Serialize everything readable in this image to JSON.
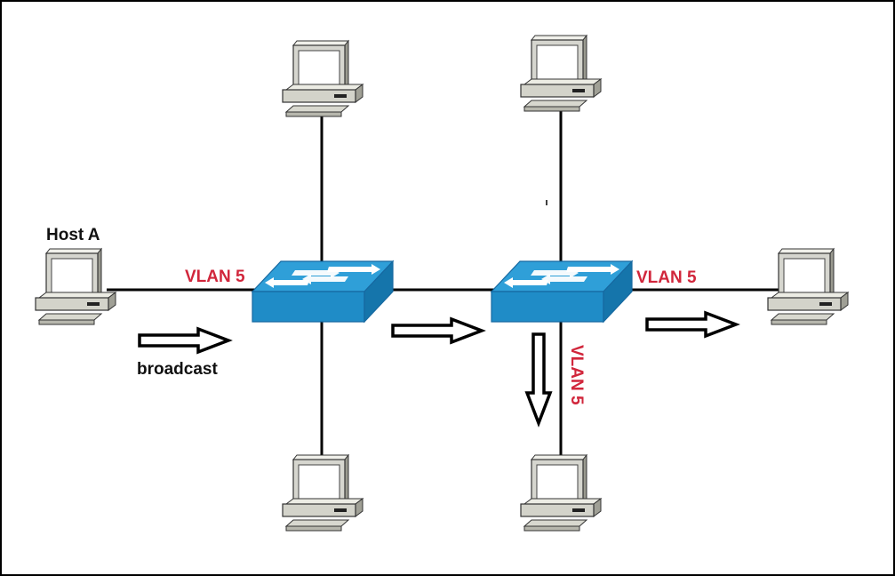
{
  "labels": {
    "host_a": "Host A",
    "broadcast": "broadcast",
    "vlan_sw1_left": "VLAN 5",
    "vlan_sw2_right": "VLAN 5",
    "vlan_sw2_bottom": "VLAN 5"
  },
  "colors": {
    "vlan_label": "#d1263b",
    "switch_top": "#2f9fd8",
    "switch_front": "#1f8cc7",
    "switch_side": "#1575ab",
    "link": "#000000",
    "frame": "#000000"
  },
  "icons": {
    "host": "desktop-computer-icon",
    "switch": "network-switch-icon",
    "arrow": "hollow-arrow-icon"
  }
}
